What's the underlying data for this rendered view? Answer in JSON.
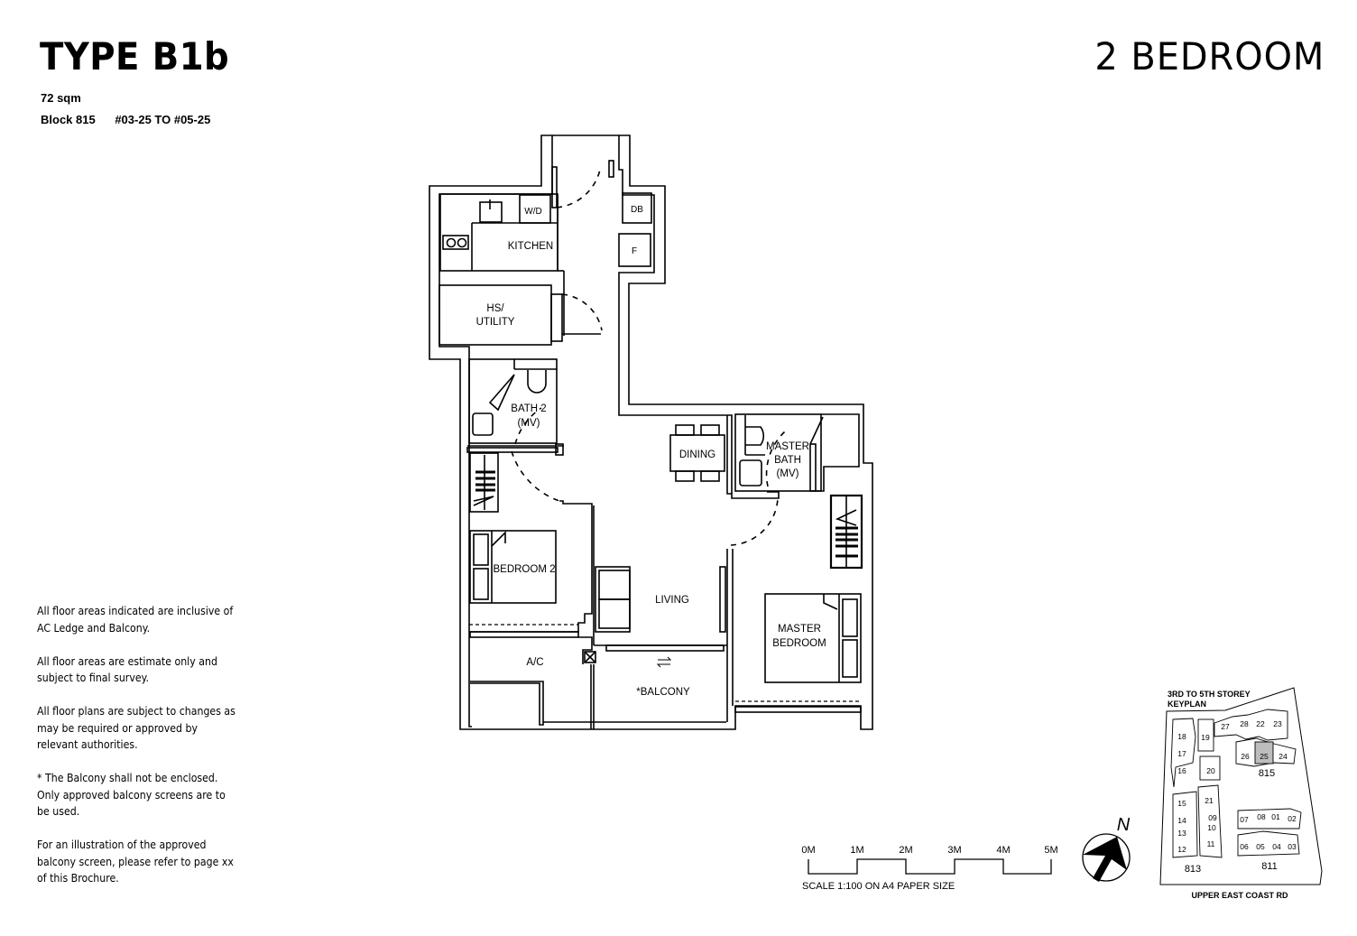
{
  "header": {
    "type_title": "TYPE B1b",
    "unit_type": "2 BEDROOM",
    "area": "72 sqm",
    "block": "Block 815",
    "units": "#03-25 TO #05-25"
  },
  "rooms": {
    "kitchen": "KITCHEN",
    "wd": "W/D",
    "db": "DB",
    "fridge": "F",
    "hs_utility_1": "HS/",
    "hs_utility_2": "UTILITY",
    "bath2_1": "BATH 2",
    "bath2_2": "(MV)",
    "dining": "DINING",
    "master_bath_1": "MASTER",
    "master_bath_2": "BATH",
    "master_bath_3": "(MV)",
    "bedroom2": "BEDROOM 2",
    "living": "LIVING",
    "master_bedroom_1": "MASTER",
    "master_bedroom_2": "BEDROOM",
    "ac": "A/C",
    "balcony": "*BALCONY"
  },
  "notes": [
    "All floor areas indicated are inclusive of AC Ledge and Balcony.",
    "All floor areas are estimate only and subject to final survey.",
    "All floor plans are subject to changes as may be required or approved by relevant authorities.",
    "* The Balcony shall not be enclosed. Only approved balcony screens are to be used.",
    "For an illustration of the approved balcony screen, please refer to page xx of this Brochure."
  ],
  "scale": {
    "labels": [
      "0M",
      "1M",
      "2M",
      "3M",
      "4M",
      "5M"
    ],
    "caption": "SCALE  1:100 ON A4 PAPER SIZE"
  },
  "north": {
    "label": "N",
    "icon": "north-arrow-icon"
  },
  "keyplan": {
    "title_1": "3RD TO 5TH STOREY",
    "title_2": "KEYPLAN",
    "road": "UPPER EAST COAST RD",
    "highlight_color": "#bdbdbd",
    "highlighted_unit": "25",
    "blocks": [
      {
        "name": "815",
        "units": [
          "27",
          "28",
          "22",
          "23",
          "26",
          "25",
          "24"
        ]
      },
      {
        "name": "813",
        "units": [
          "18",
          "19",
          "17",
          "16",
          "20",
          "15",
          "21",
          "14",
          "09",
          "13",
          "10",
          "12",
          "11"
        ]
      },
      {
        "name": "811",
        "units": [
          "07",
          "08",
          "01",
          "02",
          "06",
          "05",
          "04",
          "03"
        ]
      }
    ],
    "labels": {
      "u18": "18",
      "u19": "19",
      "u27": "27",
      "u28": "28",
      "u22": "22",
      "u23": "23",
      "u17": "17",
      "u26": "26",
      "u25": "25",
      "u24": "24",
      "u16": "16",
      "u20": "20",
      "u15": "15",
      "u21": "21",
      "u14": "14",
      "u09": "09",
      "u13": "13",
      "u10": "10",
      "u12": "12",
      "u11": "11",
      "u07": "07",
      "u08": "08",
      "u01": "01",
      "u02": "02",
      "u06": "06",
      "u05": "05",
      "u04": "04",
      "u03": "03",
      "b815": "815",
      "b813": "813",
      "b811": "811"
    }
  }
}
